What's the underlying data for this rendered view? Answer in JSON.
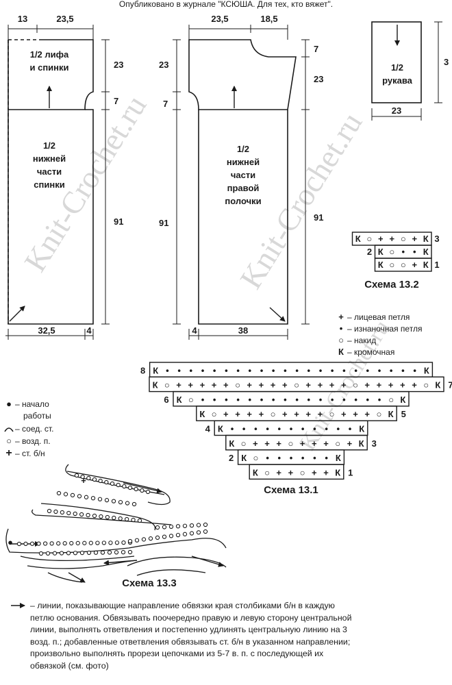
{
  "header": "Опубликовано в журнале \"КСЮША. Для тех, кто вяжет\".",
  "watermarks": [
    "Knit-Crochet.ru",
    "Knit-Crochet.ru",
    "Knit-Crochet.ru"
  ],
  "back": {
    "dims_top": [
      "13",
      "23,5"
    ],
    "yoke_label": [
      "1/2 лифа",
      "и спинки"
    ],
    "dims_right": [
      "23",
      "7",
      "91"
    ],
    "lower_label": [
      "1/2",
      "нижней",
      "части",
      "спинки"
    ],
    "dims_bottom": [
      "32,5",
      "4"
    ]
  },
  "front": {
    "dims_top": [
      "23,5",
      "18,5"
    ],
    "dims_left": [
      "23",
      "7",
      "91"
    ],
    "dims_right": [
      "7",
      "23",
      "91"
    ],
    "lower_label": [
      "1/2",
      "нижней",
      "части",
      "правой",
      "полочки"
    ],
    "dims_bottom": [
      "4",
      "38"
    ]
  },
  "sleeve": {
    "label": [
      "1/2",
      "рукава"
    ],
    "dim_right": "3",
    "dim_bottom": "23"
  },
  "scheme_13_2": {
    "caption": "Схема 13.2",
    "rows": [
      {
        "num": "3",
        "cells": [
          "К",
          "○",
          "+",
          "+",
          "○",
          "+",
          "К"
        ]
      },
      {
        "num": "2",
        "cells": [
          "К",
          "○",
          "•",
          "•",
          "К"
        ]
      },
      {
        "num": "1",
        "cells": [
          "К",
          "○",
          "○",
          "+",
          "К"
        ]
      }
    ]
  },
  "legend_knit": [
    {
      "symbol": "+",
      "text": "– лицевая петля"
    },
    {
      "symbol": "•",
      "text": "– изнаночная петля"
    },
    {
      "symbol": "○",
      "text": "– накид"
    },
    {
      "symbol": "К",
      "text": "– кромочная"
    }
  ],
  "scheme_13_1": {
    "caption": "Схема 13.1",
    "rows": [
      {
        "num": "8",
        "cells": [
          "К",
          "•",
          "•",
          "•",
          "•",
          "•",
          "•",
          "•",
          "•",
          "•",
          "•",
          "•",
          "•",
          "•",
          "•",
          "•",
          "•",
          "•",
          "•",
          "•",
          "•",
          "•",
          "•",
          "К"
        ]
      },
      {
        "num": "7",
        "cells": [
          "К",
          "○",
          "+",
          "+",
          "+",
          "+",
          "+",
          "○",
          "+",
          "+",
          "+",
          "+",
          "○",
          "+",
          "+",
          "+",
          "+",
          "○",
          "+",
          "+",
          "+",
          "+",
          "+",
          "○",
          "К"
        ]
      },
      {
        "num": "6",
        "cells": [
          "К",
          "○",
          "•",
          "•",
          "•",
          "•",
          "•",
          "•",
          "•",
          "•",
          "•",
          "•",
          "•",
          "•",
          "•",
          "•",
          "•",
          "•",
          "○",
          "К"
        ]
      },
      {
        "num": "5",
        "cells": [
          "К",
          "○",
          "+",
          "+",
          "+",
          "+",
          "○",
          "+",
          "+",
          "+",
          "+",
          "○",
          "+",
          "+",
          "+",
          "○",
          "К"
        ]
      },
      {
        "num": "4",
        "cells": [
          "К",
          "•",
          "•",
          "•",
          "•",
          "•",
          "•",
          "•",
          "•",
          "•",
          "•",
          "•",
          "К"
        ]
      },
      {
        "num": "3",
        "cells": [
          "К",
          "○",
          "+",
          "+",
          "+",
          "○",
          "+",
          "+",
          "+",
          "○",
          "+",
          "К"
        ]
      },
      {
        "num": "2",
        "cells": [
          "К",
          "○",
          "•",
          "•",
          "•",
          "•",
          "•",
          "•",
          "К"
        ]
      },
      {
        "num": "1",
        "cells": [
          "К",
          "○",
          "+",
          "+",
          "○",
          "+",
          "+",
          "К"
        ]
      }
    ]
  },
  "legend_crochet": [
    {
      "symbol": "●",
      "text": "– начало"
    },
    {
      "symbol": "",
      "text": "работы"
    },
    {
      "symbol": "^",
      "text": "– соед. ст."
    },
    {
      "symbol": "○",
      "text": "– возд. п."
    },
    {
      "symbol": "+",
      "text": "– ст. б/н"
    }
  ],
  "scheme_13_3": {
    "caption": "Схема 13.3"
  },
  "footnote": "– линии, показывающие направление обвязки края столбиками б/н в каждую петлю основания. Обвязывать поочередно правую и левую сторону центральной линии, выполнять ответвления и постепенно удлинять центральную линию на 3 возд. п.; добавленные ответвления обвязывать ст. б/н в указанном направлении; произвольно выполнять прорези цепочками из 5-7 в. п. с последующей их обвязкой (см. фото)"
}
